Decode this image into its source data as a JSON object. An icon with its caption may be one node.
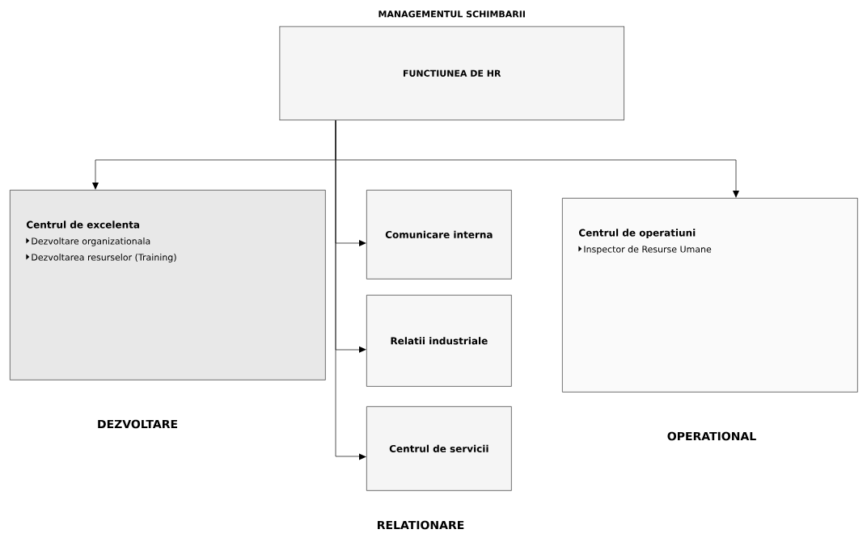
{
  "diagram": {
    "nodes": [
      {
        "text": [
          "MANAGEMENTUL SCHIMBARII",
          "FUNCTIUNEA DE HR"
        ]
      },
      {
        "text": [
          "Centrul de excelenta",
          "Dezvoltare organizationala",
          "Dezvoltarea resurselor (Training)"
        ],
        "beside": [
          "DEZVOLTARE"
        ]
      },
      {
        "text": [
          "Comunicare interna"
        ]
      },
      {
        "text": [
          "Relatii industriale"
        ]
      },
      {
        "text": [
          "Centrul de servicii"
        ]
      },
      {
        "text": [
          "Centrul de operatiuni",
          "Inspector de Resurse Umane"
        ],
        "beside": [
          "OPERATIONAL"
        ]
      }
    ],
    "edges": [
      {
        "from": 0,
        "to": 1,
        "arrow": "to"
      },
      {
        "from": 0,
        "to": 5,
        "arrow": "to"
      },
      {
        "from": 0,
        "to": 2,
        "arrow": "to"
      },
      {
        "from": 0,
        "to": 3,
        "arrow": "to"
      },
      {
        "from": 0,
        "to": 4,
        "arrow": "to"
      }
    ],
    "labels": [
      "RELATIONARE"
    ]
  }
}
